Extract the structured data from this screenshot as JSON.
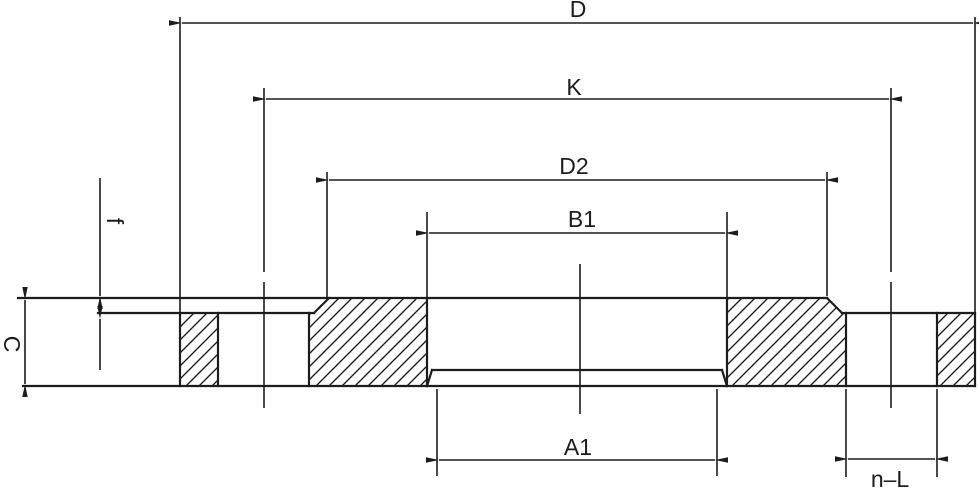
{
  "drawing": {
    "title": "Flange cross-section technical drawing",
    "labels": {
      "D": "D",
      "K": "K",
      "D2": "D2",
      "B1": "B1",
      "A1": "A1",
      "nL": "n–L",
      "C": "C",
      "f": "f"
    },
    "dimensions_meaning": {
      "D": "outer diameter",
      "K": "bolt circle diameter",
      "D2": "raised face diameter",
      "B1": "upper bore diameter",
      "A1": "lower bore diameter",
      "nL": "number and diameter of bolt holes",
      "C": "flange thickness",
      "f": "raised face height"
    },
    "colors": {
      "line": "#1c1c1c",
      "background": "#ffffff"
    }
  }
}
